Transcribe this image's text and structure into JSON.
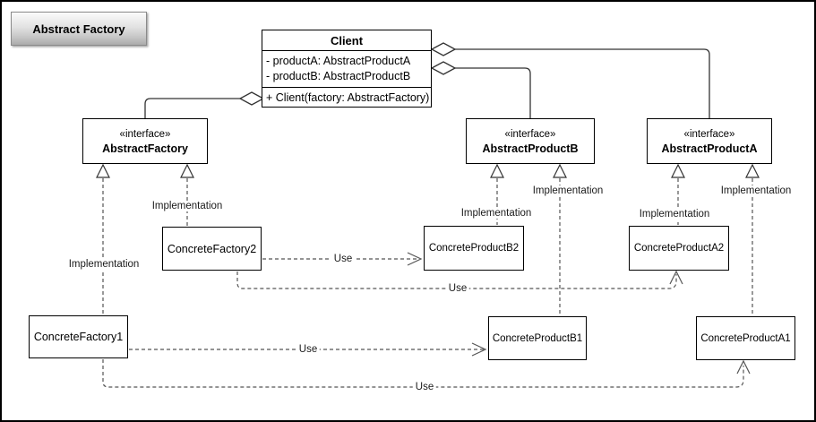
{
  "diagram": {
    "title": "Abstract Factory",
    "nodes": {
      "client": {
        "name": "Client",
        "attributes": [
          "- productA: AbstractProductA",
          "- productB: AbstractProductB"
        ],
        "method": "+ Client(factory: AbstractFactory)"
      },
      "abstractFactory": {
        "stereotype": "«interface»",
        "name": "AbstractFactory"
      },
      "abstractProductB": {
        "stereotype": "«interface»",
        "name": "AbstractProductB"
      },
      "abstractProductA": {
        "stereotype": "«interface»",
        "name": "AbstractProductA"
      },
      "concreteFactory2": {
        "name": "ConcreteFactory2"
      },
      "concreteProductB2": {
        "name": "ConcreteProductB2"
      },
      "concreteProductA2": {
        "name": "ConcreteProductA2"
      },
      "concreteFactory1": {
        "name": "ConcreteFactory1"
      },
      "concreteProductB1": {
        "name": "ConcreteProductB1"
      },
      "concreteProductA1": {
        "name": "ConcreteProductA1"
      }
    },
    "edge_labels": {
      "implementation": "Implementation",
      "use": "Use"
    },
    "colors": {
      "solid_line": "#333333",
      "dashed_line": "#555555",
      "box_border": "#000000",
      "box_fill": "#ffffff"
    }
  }
}
